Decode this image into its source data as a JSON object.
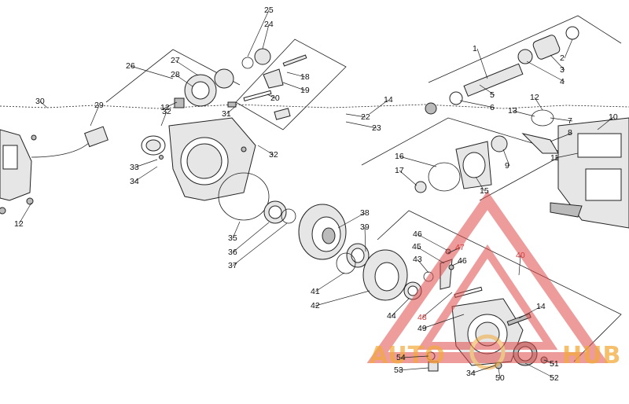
{
  "labels": [
    "1",
    "2",
    "3",
    "4",
    "5",
    "6",
    "7",
    "8",
    "9",
    "10",
    "11",
    "12",
    "12",
    "12",
    "13",
    "14",
    "14",
    "15",
    "16",
    "17",
    "18",
    "19",
    "20",
    "22",
    "23",
    "24",
    "25",
    "26",
    "27",
    "28",
    "29",
    "30",
    "31",
    "32",
    "32",
    "33",
    "34",
    "34",
    "35",
    "36",
    "37",
    "38",
    "39",
    "40",
    "41",
    "42",
    "43",
    "44",
    "45",
    "46",
    "46",
    "47",
    "48",
    "49",
    "50",
    "51",
    "52",
    "53",
    "54"
  ],
  "watermark": {
    "text_a": "AUTO",
    "text_b": "HUB",
    "color_orange": "#f2a93b",
    "color_red": "#e04a4a"
  }
}
